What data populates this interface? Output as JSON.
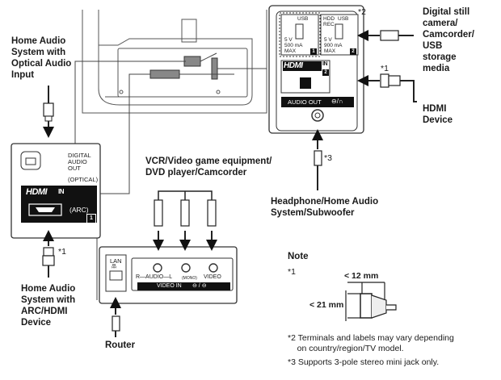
{
  "labels": {
    "home_audio_optical": "Home Audio\nSystem with\nOptical Audio\nInput",
    "digital_still_camera": "Digital still\ncamera/\nCamcorder/\nUSB\nstorage\nmedia",
    "hdmi_device": "HDMI\nDevice",
    "vcr": "VCR/Video game equipment/\nDVD player/Camcorder",
    "headphone": "Headphone/Home Audio\nSystem/Subwoofer",
    "home_audio_arc": "Home Audio\nSystem with\nARC/HDMI\nDevice",
    "router": "Router",
    "note_title": "Note",
    "note_star1": "*1",
    "note_12mm": "< 12 mm",
    "note_21mm": "< 21 mm",
    "note_star2": "*2 Terminals and labels may vary depending\n    on country/region/TV model.",
    "note_star3": "*3 Supports 3-pole stereo mini jack only.",
    "star1_hdmi_device": "*1",
    "star1_router_cable": "*1",
    "star2": "*2",
    "star3": "*3"
  },
  "left_panel": {
    "digital_audio_out": "DIGITAL\nAUDIO\nOUT",
    "optical": "(OPTICAL)",
    "hdmi_logo": "HDMI",
    "hdmi_in": "IN",
    "arc": "(ARC)",
    "port_number": "1"
  },
  "right_panel": {
    "usb1_title": "USB",
    "usb1_spec": "5 V\n500 mA\nMAX",
    "usb1_number": "1",
    "usb2_title": "HDD\nREC",
    "usb2_usb": "USB",
    "usb2_spec": "5 V\n900 mA\nMAX",
    "usb2_number": "2",
    "hdmi_logo": "HDMI",
    "hdmi_in": "IN",
    "hdmi_number": "2",
    "audio_out": "AUDIO OUT"
  },
  "bottom_panel": {
    "lan": "LAN",
    "r_audio_l": "R—AUDIO—L",
    "mono": "(MONO)",
    "video": "VIDEO",
    "video_in": "VIDEO IN"
  }
}
